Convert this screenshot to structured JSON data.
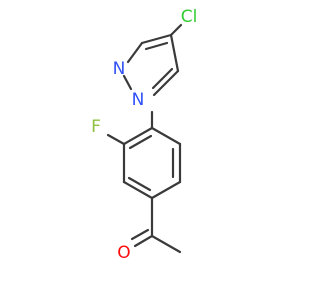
{
  "molecule": {
    "atoms": {
      "cl": {
        "symbol": "Cl",
        "color": "#33cc33"
      },
      "n2": {
        "symbol": "N",
        "color": "#3050f8"
      },
      "n1": {
        "symbol": "N",
        "color": "#3050f8"
      },
      "f": {
        "symbol": "F",
        "color": "#90c040"
      },
      "o": {
        "symbol": "O",
        "color": "#ff0d0d"
      }
    },
    "bond_color": "#3a3a3a"
  }
}
